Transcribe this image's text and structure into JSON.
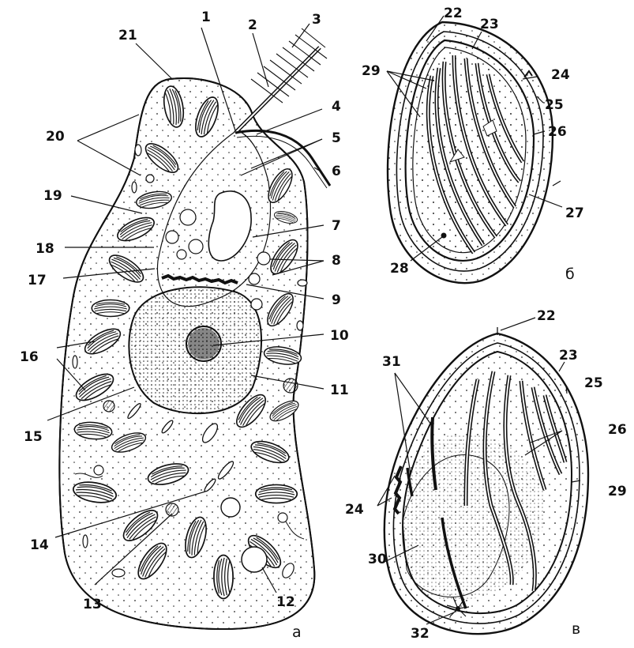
{
  "figure": {
    "panels": {
      "a": "а",
      "b": "б",
      "c": "в"
    },
    "callouts": {
      "a": [
        "1",
        "2",
        "3",
        "4",
        "5",
        "6",
        "7",
        "8",
        "9",
        "10",
        "11",
        "12",
        "13",
        "14",
        "15",
        "16",
        "17",
        "18",
        "19",
        "20",
        "21"
      ],
      "b": [
        "22",
        "23",
        "24",
        "25",
        "26",
        "27",
        "28",
        "29"
      ],
      "c": [
        "22",
        "23",
        "25",
        "26",
        "29",
        "31",
        "24",
        "30",
        "32"
      ]
    }
  }
}
